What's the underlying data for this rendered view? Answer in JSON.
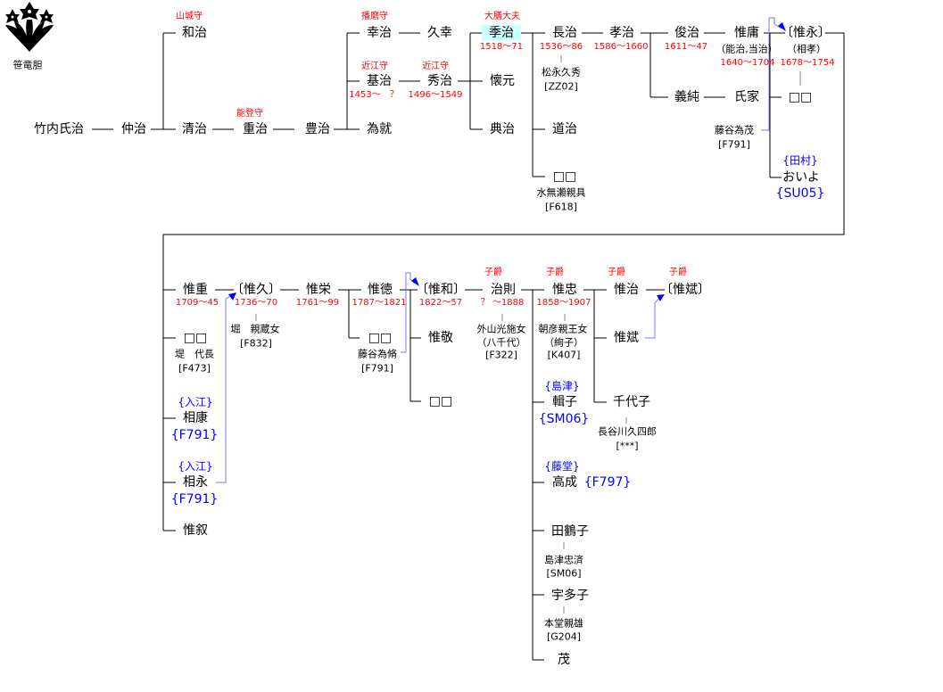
{
  "crest": {
    "label": "笹竜胆"
  },
  "colors": {
    "title_red": "#ff0000",
    "family_blue": "#0000ff",
    "highlight": "#ccffff",
    "arrow": "#7777ff"
  },
  "upper": {
    "ujiharu": "竹内氏治",
    "nakaharu": "仲治",
    "kazuharu": {
      "name": "和治",
      "title": "山城守"
    },
    "kiyoharu": "清治",
    "shigeharu": {
      "name": "重治",
      "title": "能登守"
    },
    "toyoharu": "豊治",
    "yukiharu": {
      "name": "幸治",
      "title": "播磨守"
    },
    "hisayuki": "久幸",
    "motoharu": {
      "name": "基治",
      "title": "近江守",
      "dates": "1453～　？"
    },
    "tamenari": "為就",
    "hideharu": {
      "name": "秀治",
      "title": "近江守",
      "dates": "1496～1549"
    },
    "sueharu": {
      "name": "季治",
      "title": "大膳大夫",
      "dates": "1518～71"
    },
    "kaigen": "懐元",
    "noriharu": "典治",
    "nagaharu": {
      "name": "長治",
      "dates": "1536～86",
      "spouse": "松永久秀",
      "code": "[ZZ02]"
    },
    "michiharu": "道治",
    "unknown1": {
      "name": "□□",
      "spouse": "水無瀬親具",
      "code": "[F618]"
    },
    "takaharu": {
      "name": "孝治",
      "dates": "1586～1660"
    },
    "toshiharu": {
      "name": "俊治",
      "dates": "1611～47"
    },
    "yoshizumi": "義純",
    "ujiie": "氏家",
    "koreyasu": {
      "name": "惟庸",
      "alias": "（能治,当治）",
      "dates": "1640～1704"
    },
    "adopter1": {
      "name": "藤谷為茂",
      "code": "[F791]"
    },
    "korenaga": {
      "name": "〔惟永〕",
      "alias": "（相孝）",
      "dates": "1678～1754"
    },
    "unknown2": "□□",
    "oiyo": {
      "name": "おいよ",
      "family": "{田村}",
      "code": "{SU05}"
    }
  },
  "lower": {
    "koreshige": {
      "name": "惟重",
      "dates": "1709～45"
    },
    "unknown3": {
      "name": "□□",
      "spouse": "堤　代長",
      "code": "[F473]"
    },
    "suketaka": {
      "name": "相康",
      "family": "{入江}",
      "code": "{F791}"
    },
    "sukenaga": {
      "name": "相永",
      "family": "{入江}",
      "code": "{F791}"
    },
    "korenobu": "惟叙",
    "korehisa": {
      "name": "〔惟久〕",
      "dates": "1736～70",
      "spouse": "堀　親蔵女",
      "code": "[F832]"
    },
    "koreshige2": {
      "name": "惟栄",
      "dates": "1761～99"
    },
    "korenori": {
      "name": "惟徳",
      "dates": "1787～1821"
    },
    "unknown4": {
      "name": "□□",
      "spouse": "藤谷為脩",
      "code": "[F791]"
    },
    "korekazu": {
      "name": "〔惟和〕",
      "dates": "1822～57"
    },
    "koretaka": "惟敬",
    "unknown5": "□□",
    "harunori": {
      "name": "治則",
      "title": "子爵",
      "dates": "？ ～1888",
      "spouse": "外山光施女",
      "spouse_alias": "（八千代）",
      "code": "[F322]"
    },
    "koretada": {
      "name": "惟忠",
      "title": "子爵",
      "dates": "1858～1907",
      "spouse": "朝彦親王女",
      "spouse_alias": "（絢子）",
      "code": "[K407]"
    },
    "shuko": {
      "name": "輯子",
      "family": "{島津}",
      "code": "{SM06}"
    },
    "takanari": {
      "name": "高成",
      "family": "{藤堂}",
      "code": "{F797}"
    },
    "tazuko": {
      "name": "田鶴子",
      "spouse": "島津忠済",
      "code": "[SM06]"
    },
    "utako": {
      "name": "宇多子",
      "spouse": "本堂親雄",
      "code": "[G204]"
    },
    "shigeru": "茂",
    "koreharu": {
      "name": "惟治",
      "title": "子爵"
    },
    "korehin_adopted": {
      "name": "〔惟斌〕",
      "title": "子爵"
    },
    "korehin": "惟斌",
    "chiyoko": {
      "name": "千代子",
      "spouse": "長谷川久四郎",
      "code": "[***]"
    }
  }
}
